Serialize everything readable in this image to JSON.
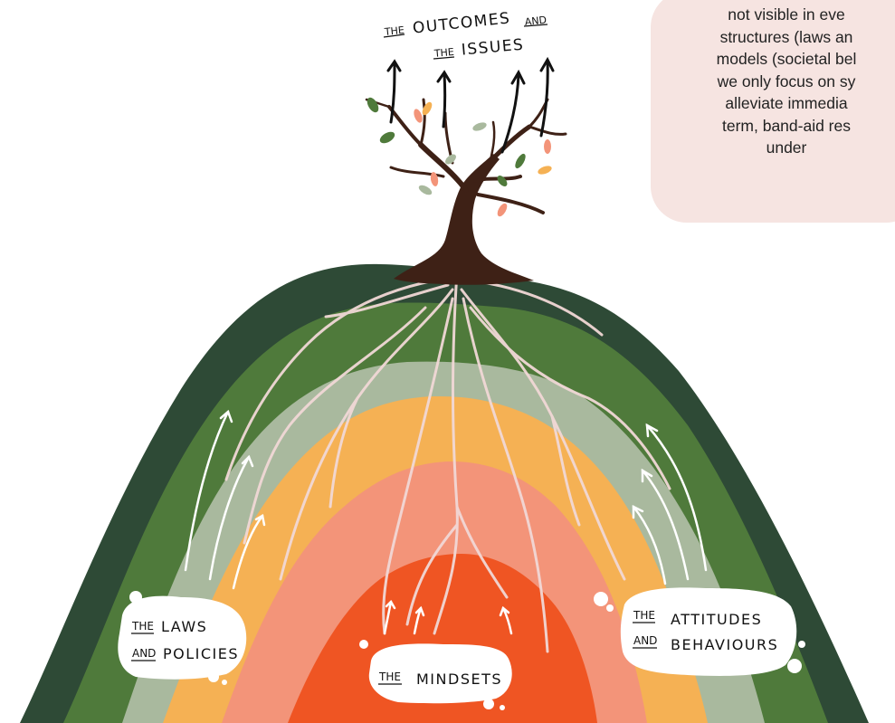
{
  "callout": {
    "lines": [
      "not visible in eve",
      "structures (laws an",
      "models (societal bel",
      "we only focus on sy",
      "alleviate immedia",
      "term, band-aid res",
      "under"
    ]
  },
  "labels": {
    "outcomes": {
      "the1": "THE",
      "word1": "OUTCOMES",
      "and": "AND",
      "the2": "THE",
      "word2": "ISSUES"
    },
    "laws": {
      "the": "THE",
      "word1": "LAWS",
      "and": "AND",
      "word2": "POLICIES"
    },
    "attitudes": {
      "the": "THE",
      "word1": "ATTITUDES",
      "and": "AND",
      "word2": "BEHAVIOURS"
    },
    "mindsets": {
      "the": "THE",
      "word": "MINDSETS"
    }
  },
  "colors": {
    "layer_dark_green": "#2e4a36",
    "layer_green": "#4f7a3b",
    "layer_sage": "#a9b99e",
    "layer_yellow": "#f5b154",
    "layer_salmon": "#f39479",
    "layer_orange": "#ef5523",
    "roots": "#f1d8d6",
    "trunk": "#3e2116",
    "callout_bg": "#f6e4e1"
  }
}
